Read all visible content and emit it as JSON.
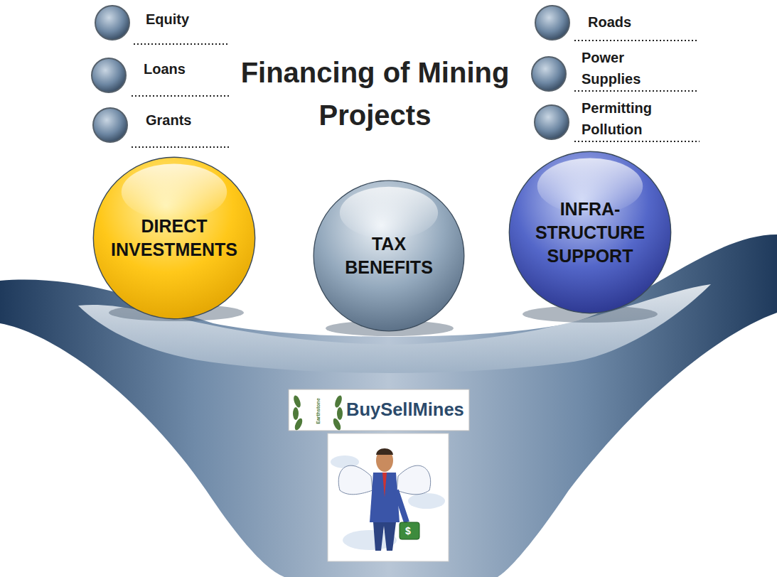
{
  "diagram": {
    "title": "Financing of Mining Projects",
    "nodes": [
      {
        "text": [
          "DIRECT INVESTMENTS"
        ]
      },
      {
        "text": [
          "TAX BENEFITS"
        ]
      },
      {
        "text": [
          "INFRA- STRUCTURE SUPPORT"
        ]
      }
    ],
    "labels": [
      "Equity",
      "Loans",
      "Grants",
      "Roads",
      "Power Supplies",
      "Permitting Pollution",
      "Earthstone",
      "BuySellMines",
      "$"
    ]
  }
}
